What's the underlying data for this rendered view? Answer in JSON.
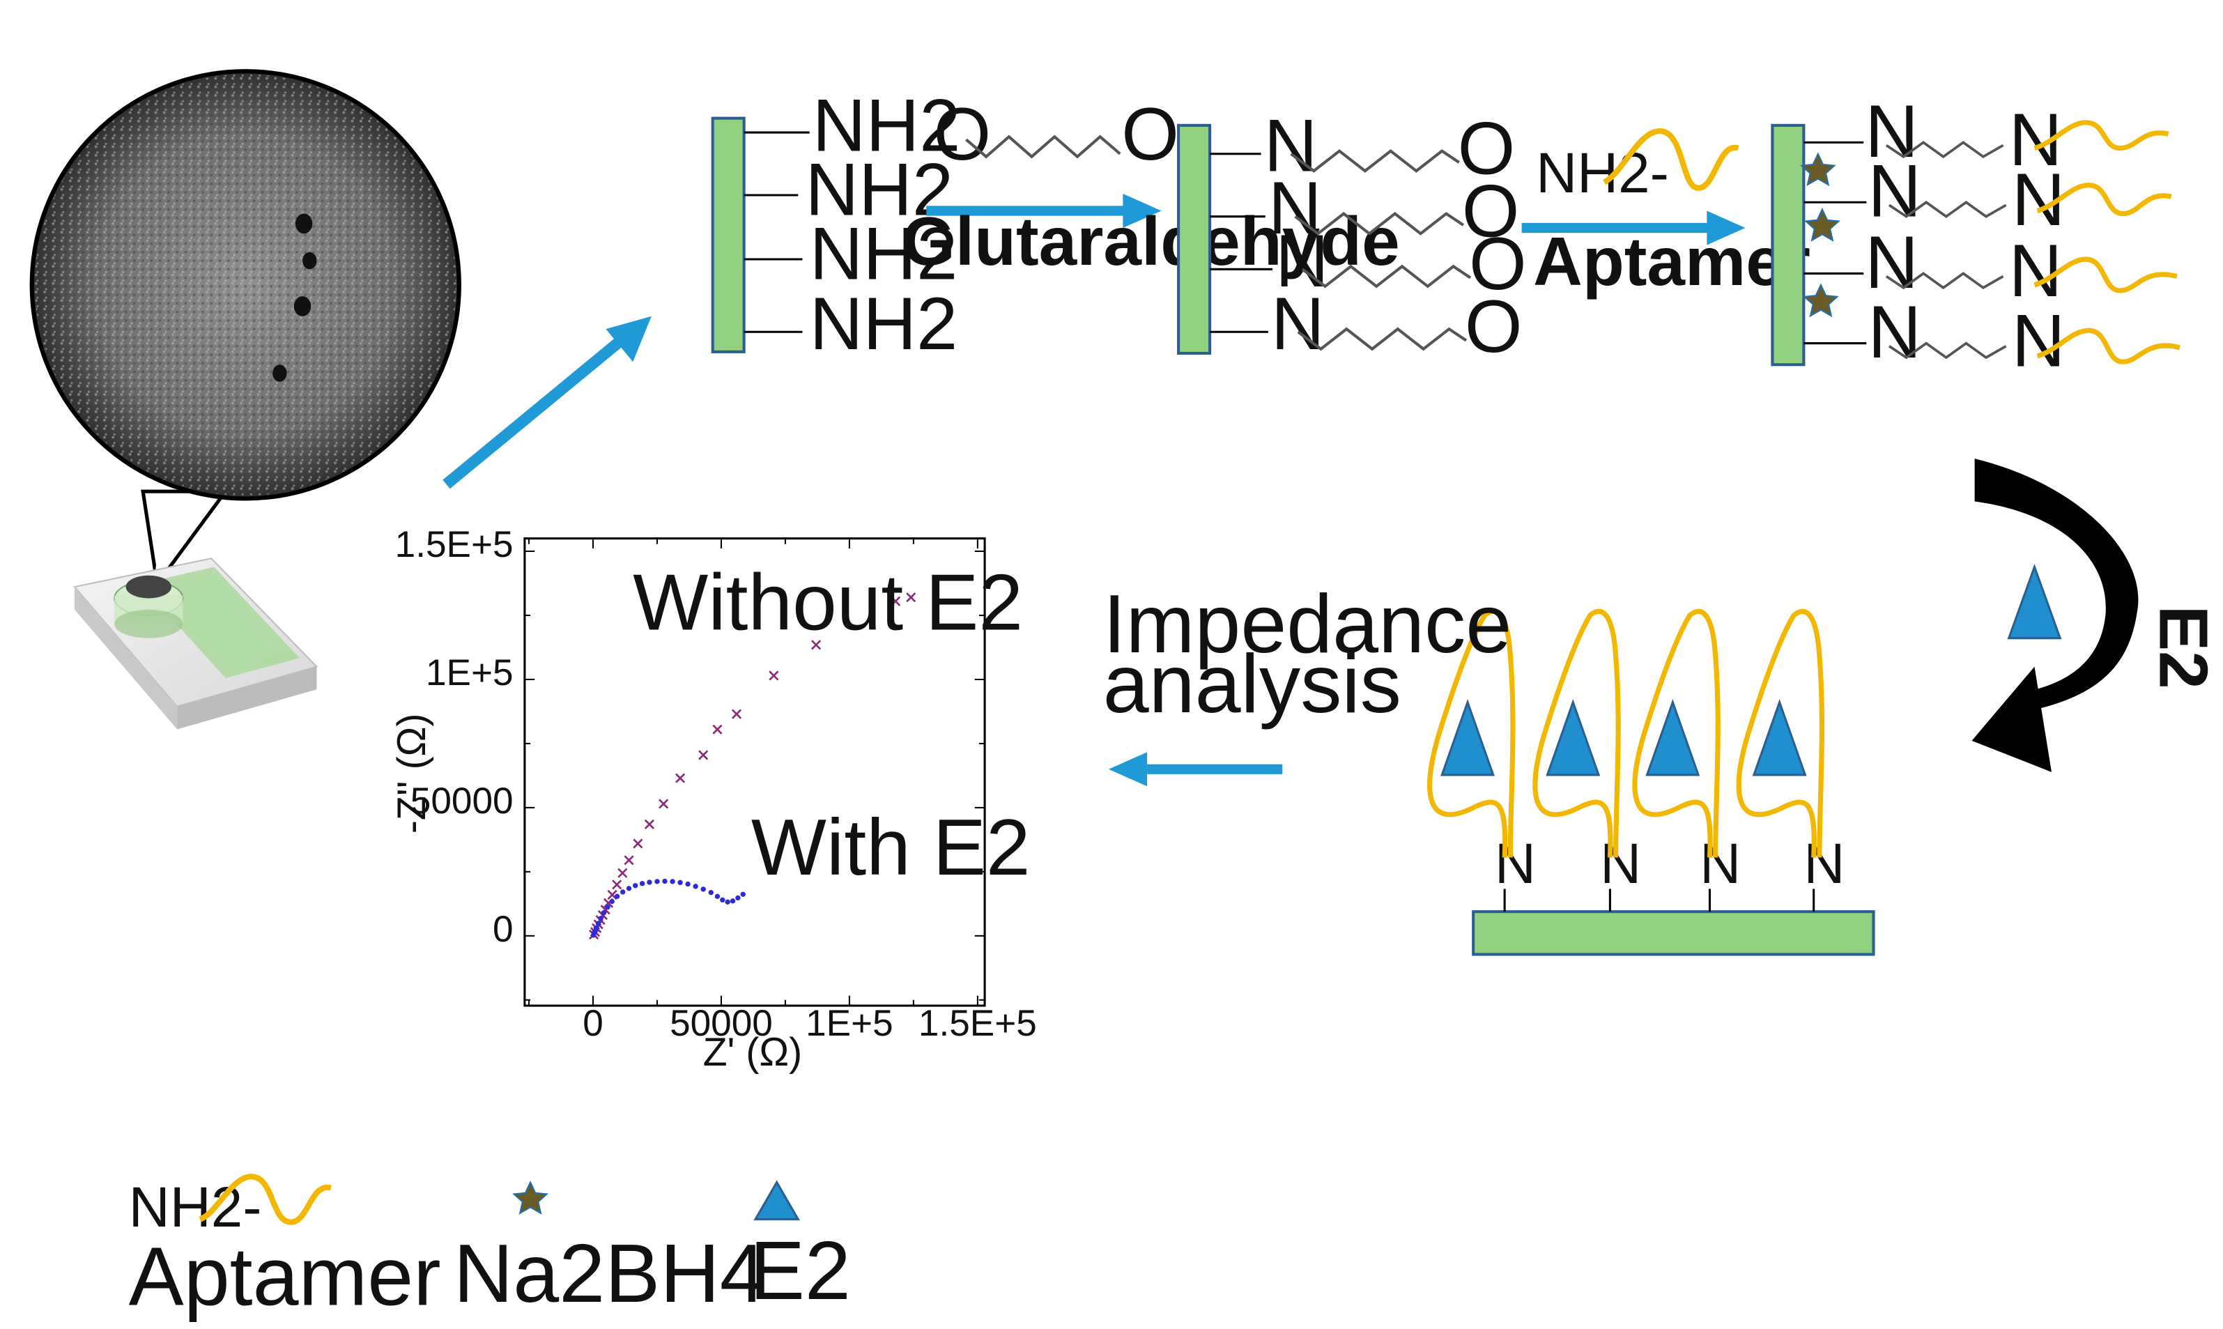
{
  "surface_groups": {
    "amine": "NH2",
    "imine_n": "N",
    "carbonyl_o": "O"
  },
  "steps": {
    "glutaraldehyde": "Glutaraldehyde",
    "aptamer": "Aptamer",
    "e2": "E2",
    "impedance_line1": "Impedance",
    "impedance_line2": "analysis"
  },
  "legend": {
    "aptamer_prefix": "NH2-",
    "aptamer": "Aptamer",
    "reducer": "Na2BH4",
    "target": "E2"
  },
  "colors": {
    "electrode": "#92d17f",
    "arrow": "#1f9ad6",
    "aptamer": "#f2b700",
    "star": "#6b5a23",
    "target": "#1f8fd0",
    "curve_without": "#8b2a7a",
    "curve_with": "#2b2bd9"
  },
  "chart_data": {
    "type": "scatter",
    "title": "",
    "xlabel": "Z' (Ω)",
    "ylabel": "-Z'' (Ω)",
    "xlim": [
      -25000,
      155000
    ],
    "ylim": [
      -25000,
      150000
    ],
    "x_ticks": [
      "0",
      "50000",
      "1E+5",
      "1.5E+5"
    ],
    "y_ticks": [
      "0",
      "50000",
      "1E+5",
      "1.5E+5"
    ],
    "series": [
      {
        "name": "Without E2",
        "marker": "x",
        "points": [
          [
            300,
            500
          ],
          [
            800,
            1500
          ],
          [
            1400,
            3000
          ],
          [
            2100,
            4500
          ],
          [
            2900,
            6200
          ],
          [
            3800,
            8100
          ],
          [
            4800,
            10200
          ],
          [
            6000,
            12800
          ],
          [
            7500,
            16000
          ],
          [
            9300,
            20000
          ],
          [
            11500,
            24500
          ],
          [
            14000,
            29500
          ],
          [
            17500,
            36000
          ],
          [
            22000,
            43500
          ],
          [
            27500,
            51500
          ],
          [
            34000,
            61500
          ],
          [
            43000,
            70500
          ],
          [
            48500,
            80500
          ],
          [
            56000,
            86500
          ],
          [
            70500,
            101500
          ],
          [
            87000,
            113500
          ],
          [
            118000,
            130500
          ],
          [
            124000,
            132000
          ]
        ]
      },
      {
        "name": "With E2",
        "marker": "dot",
        "points": [
          [
            200,
            300
          ],
          [
            600,
            1500
          ],
          [
            1200,
            3000
          ],
          [
            2000,
            4800
          ],
          [
            3000,
            6800
          ],
          [
            4200,
            9000
          ],
          [
            5700,
            11200
          ],
          [
            7400,
            13400
          ],
          [
            9400,
            15400
          ],
          [
            11600,
            17100
          ],
          [
            14000,
            18500
          ],
          [
            16500,
            19600
          ],
          [
            19200,
            20400
          ],
          [
            22000,
            20900
          ],
          [
            25000,
            21200
          ],
          [
            28000,
            21300
          ],
          [
            31000,
            21200
          ],
          [
            34000,
            20800
          ],
          [
            37000,
            20200
          ],
          [
            40000,
            19300
          ],
          [
            43000,
            18200
          ],
          [
            46000,
            16900
          ],
          [
            48500,
            15400
          ],
          [
            50500,
            14000
          ],
          [
            52500,
            13200
          ],
          [
            54500,
            13600
          ],
          [
            56500,
            14800
          ],
          [
            58500,
            16200
          ]
        ]
      }
    ]
  }
}
